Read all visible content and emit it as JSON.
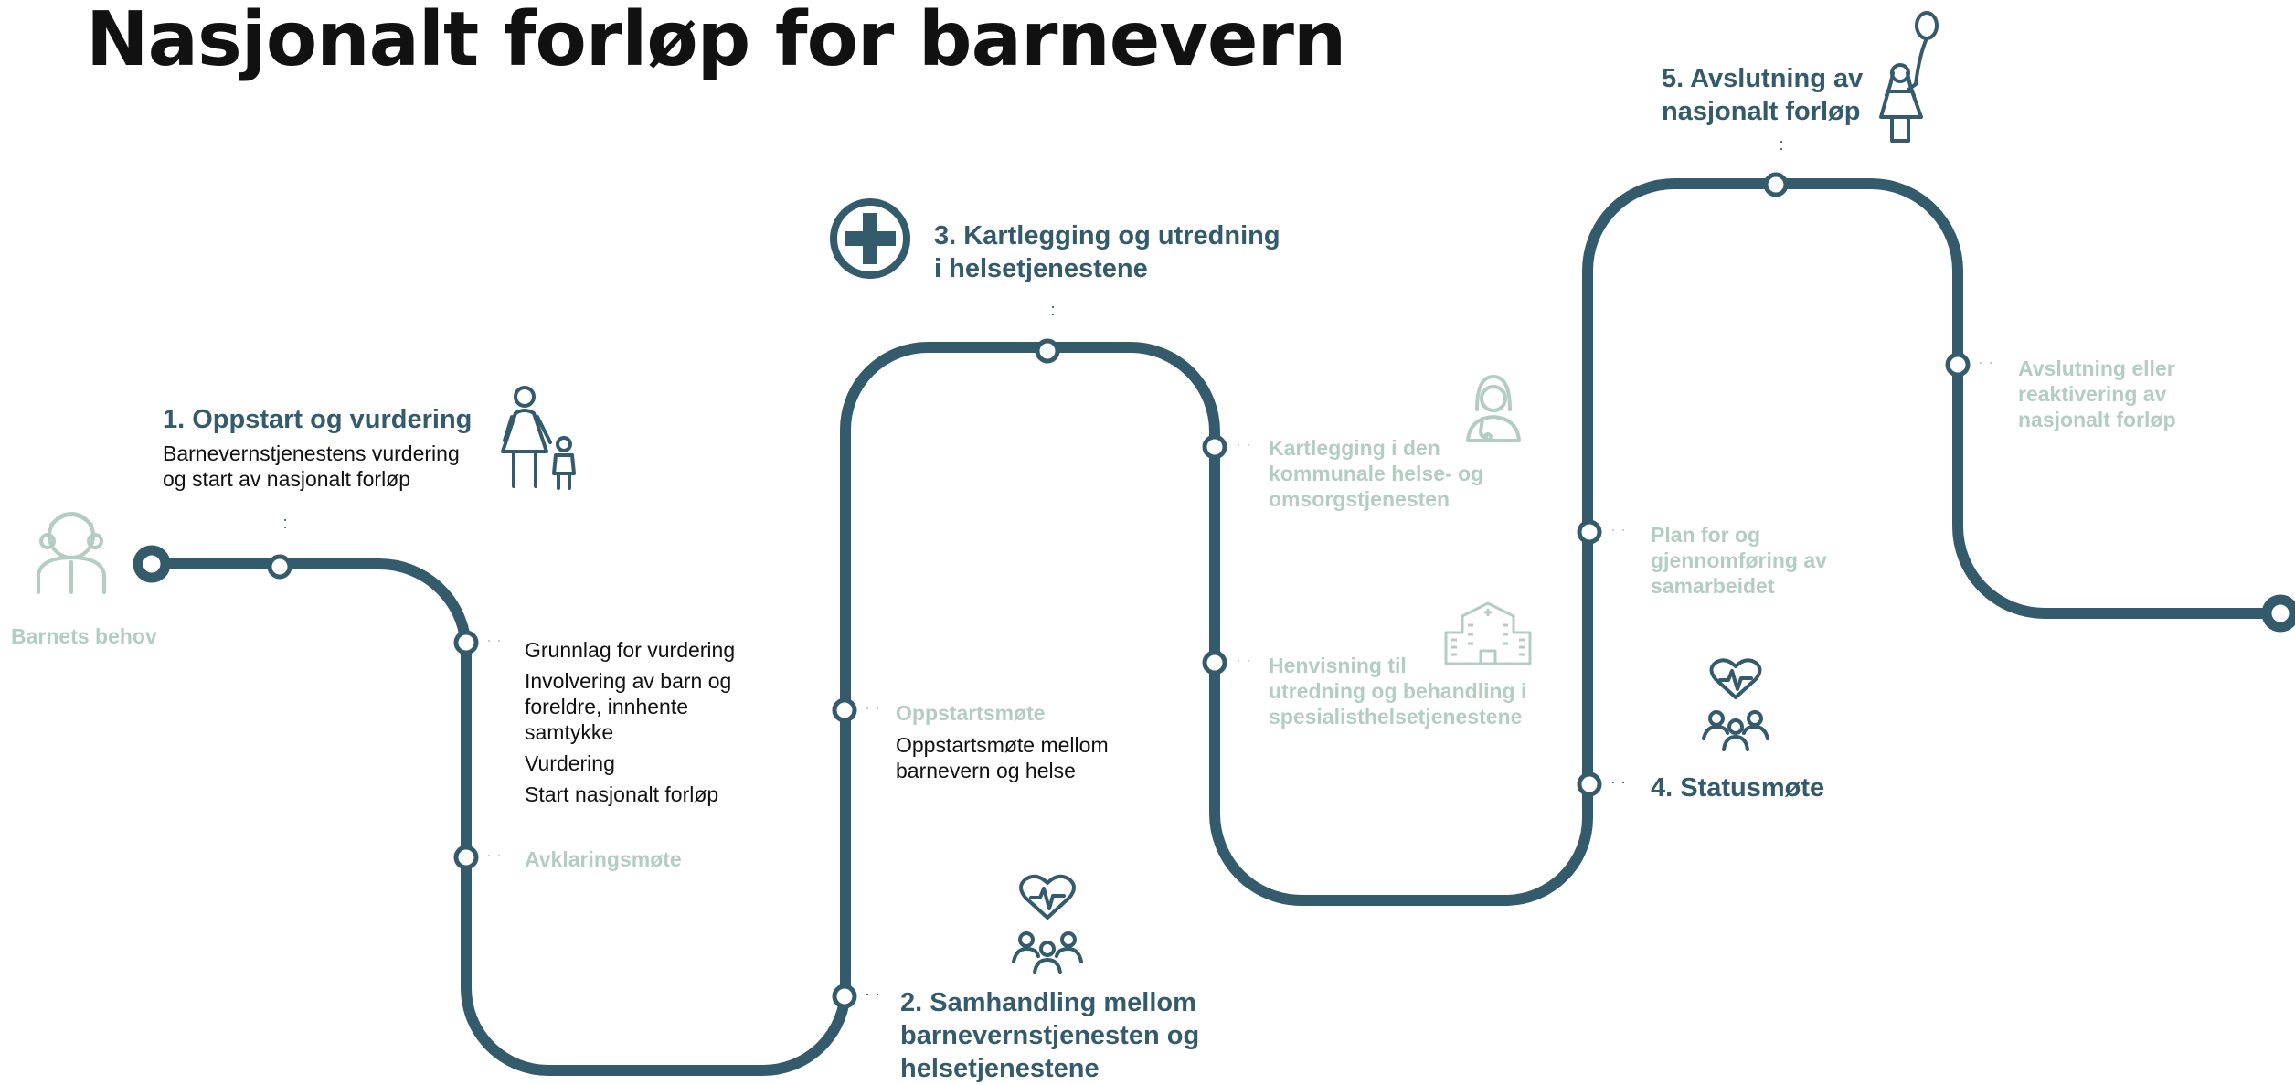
{
  "title": "Nasjonalt forløp for barnevern",
  "colors": {
    "route": "#335b6c",
    "muted": "#b3cdc3",
    "text": "#111111"
  },
  "start_label": "Barnets behov",
  "stage1": {
    "heading": "1. Oppstart og vurdering",
    "description": "Barnevernstjenestens vurdering\nog start av nasjonalt forløp",
    "steps": [
      "Grunnlag for vurdering",
      "Involvering av barn og\nforeldre, innhente\nsamtykke",
      "Vurdering",
      "Start nasjonalt forløp"
    ],
    "meeting": "Avklaringsmøte",
    "icon": "parent-child-icon"
  },
  "stage2": {
    "heading": "2. Samhandling mellom\nbarnevernstjenesten og\nhelsetjenestene",
    "meeting": "Oppstartsmøte",
    "meeting_desc": "Oppstartsmøte mellom\nbarnevern og helse",
    "icon": "heart-group-icon"
  },
  "stage3": {
    "heading": "3. Kartlegging og utredning\ni helsetjenestene",
    "step1": "Kartlegging i den\nkommunale helse- og\nomsorgstjenesten",
    "step2": "Henvisning til\nutredning og behandling i\nspesialisthelsetjenestene",
    "icon": "medical-cross-icon"
  },
  "stage4": {
    "heading": "4. Statusmøte",
    "step1": "Plan for og\ngjennomføring av\nsamarbeidet",
    "icon": "heart-group-icon"
  },
  "stage5": {
    "heading": "5. Avslutning av\nnasjonalt forløp",
    "step1": "Avslutning eller\nreaktivering av\nnasjonalt forløp",
    "icon": "child-balloon-icon"
  }
}
